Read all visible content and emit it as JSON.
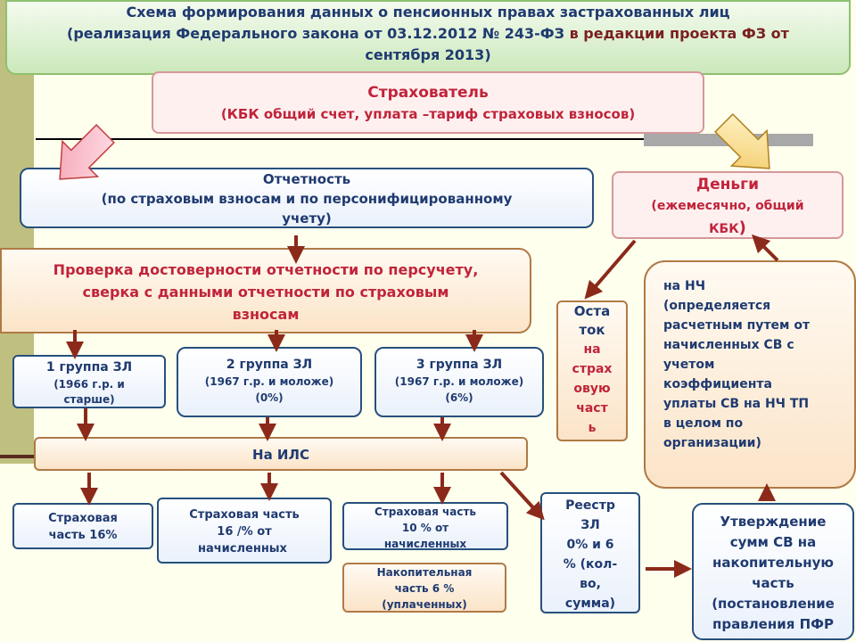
{
  "title": {
    "line1": "Схема формирования данных о пенсионных правах застрахованных  лиц",
    "line2_pre": "(реализация Федерального закона от 03.12.2012 № 243-ФЗ ",
    "line2_post": "в редакции проекта ФЗ от",
    "line3": "сентября 2013)"
  },
  "strakhovatel": {
    "title": "Страхователь",
    "subtitle": "(КБК общий счет, уплата –тариф страховых взносов)"
  },
  "otchetnost": {
    "line1": "Отчетность",
    "line2": "(по страховым взносам и по персонифицированному",
    "line3": "учету)"
  },
  "dengi": {
    "title": "Деньги",
    "line2": "(ежемесячно, общий",
    "line3": "КБК",
    "paren": ")"
  },
  "proverka": {
    "line1": "Проверка достоверности отчетности по персучету,",
    "line2": "сверка с данными отчетности по страховым",
    "line3": "взносам"
  },
  "ostatok": {
    "l1": "Оста",
    "l2": "ток",
    "l3": "на",
    "l4": "страх",
    "l5": "овую",
    "l6": "част",
    "l7": "ь"
  },
  "nch": {
    "lines": [
      "на НЧ",
      "(определяется",
      "расчетным путем от",
      "начисленных СВ с",
      "учетом",
      "коэффициента",
      "уплаты СВ на НЧ ТП",
      "в целом по",
      "организации)"
    ]
  },
  "groups": [
    {
      "title": "1 группа ЗЛ",
      "l2": "(1966 г.р. и",
      "l3": "старше)"
    },
    {
      "title": "2 группа ЗЛ",
      "l2": "(1967 г.р. и моложе)",
      "l3": "(0%)"
    },
    {
      "title": "3 группа ЗЛ",
      "l2": "(1967 г.р. и моложе)",
      "l3": "(6%)"
    }
  ],
  "ils": {
    "label": "На ИЛС"
  },
  "parts": [
    {
      "l1": "Страховая",
      "l2": "часть 16%"
    },
    {
      "l1": "Страховая часть",
      "l2": "16 /% от",
      "l3": "начисленных"
    },
    {
      "l1": "Страховая часть",
      "l2": "10 % от",
      "l3": "начисленных"
    },
    {
      "l1": "Накопительная",
      "l2": "часть   6 %",
      "l3": "(уплаченных)"
    }
  ],
  "reestr": {
    "lines": [
      "Реестр",
      "ЗЛ",
      "0% и 6",
      "% (кол-",
      "во,",
      "сумма)"
    ]
  },
  "utv": {
    "lines": [
      "Утверждение",
      "сумм СВ на",
      "накопительную",
      "часть",
      "(постановление",
      "правления ПФР"
    ]
  },
  "colors": {
    "navy": "#1f3a70",
    "red": "#c0243a",
    "arrow": "#8b2a1a"
  }
}
